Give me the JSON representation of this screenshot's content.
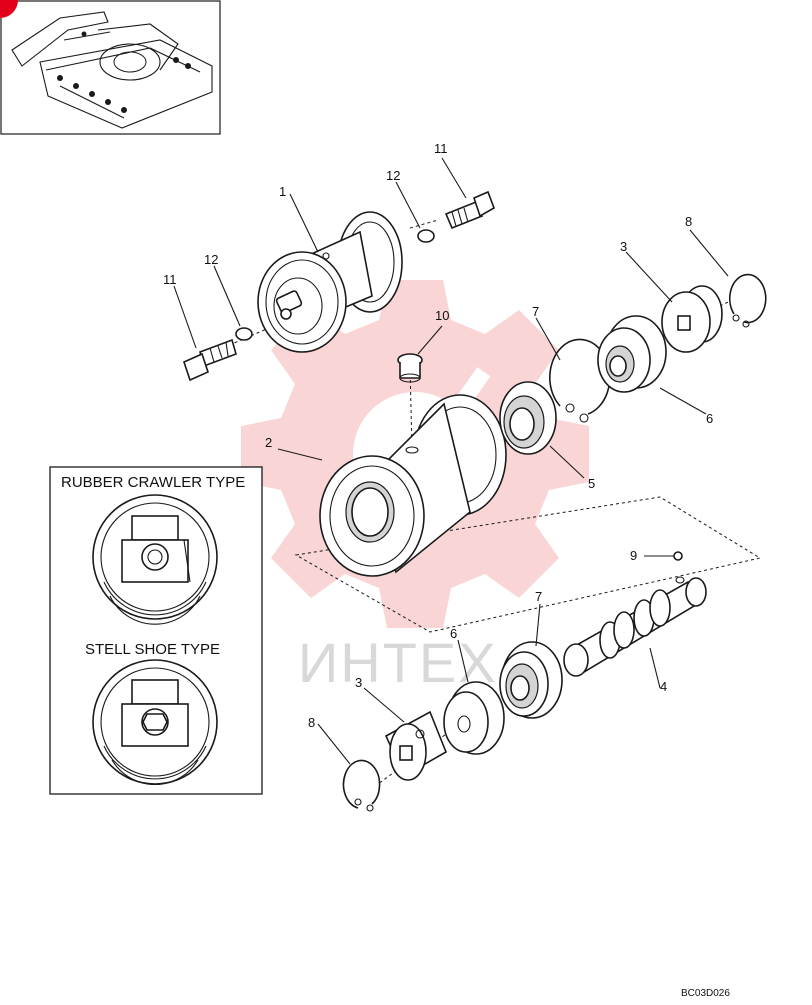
{
  "colors": {
    "line": "#1a1a1a",
    "watermark": "#f4a3a3",
    "watermark_text": "#d8d8d8",
    "marker": "#e2001a",
    "shade": "#d4d4d4"
  },
  "watermark_text": "ИНТЕХ",
  "drawing_code": "BC03D026",
  "inset": {
    "rubber_label": "RUBBER CRAWLER TYPE",
    "steel_label": "STELL SHOE TYPE"
  },
  "callouts": {
    "c1": "1",
    "c2": "2",
    "c3a": "3",
    "c3b": "3",
    "c4": "4",
    "c5": "5",
    "c6a": "6",
    "c6b": "6",
    "c7a": "7",
    "c7b": "7",
    "c8a": "8",
    "c8b": "8",
    "c9": "9",
    "c10": "10",
    "c11a": "11",
    "c11b": "11",
    "c12a": "12",
    "c12b": "12"
  }
}
